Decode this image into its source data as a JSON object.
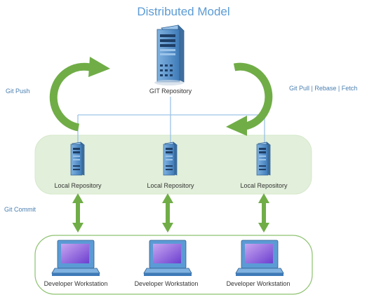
{
  "title": "Distributed Model",
  "central": {
    "label": "GIT Repository"
  },
  "flows": {
    "push": "Git Push",
    "pull": "Git Pull | Rebase | Fetch",
    "commit": "Git Commit"
  },
  "local_repositories": [
    {
      "label": "Local Repository"
    },
    {
      "label": "Local Repository"
    },
    {
      "label": "Local Repository"
    }
  ],
  "workstations": [
    {
      "label": "Developer Workstation"
    },
    {
      "label": "Developer Workstation"
    },
    {
      "label": "Developer Workstation"
    }
  ],
  "colors": {
    "title": "#5b9bd5",
    "arrow": "#70ad47",
    "band_fill": "#e2efda",
    "band_stroke": "#a9d18e",
    "device": "#5b9bd5",
    "line": "#9dc3e6"
  }
}
